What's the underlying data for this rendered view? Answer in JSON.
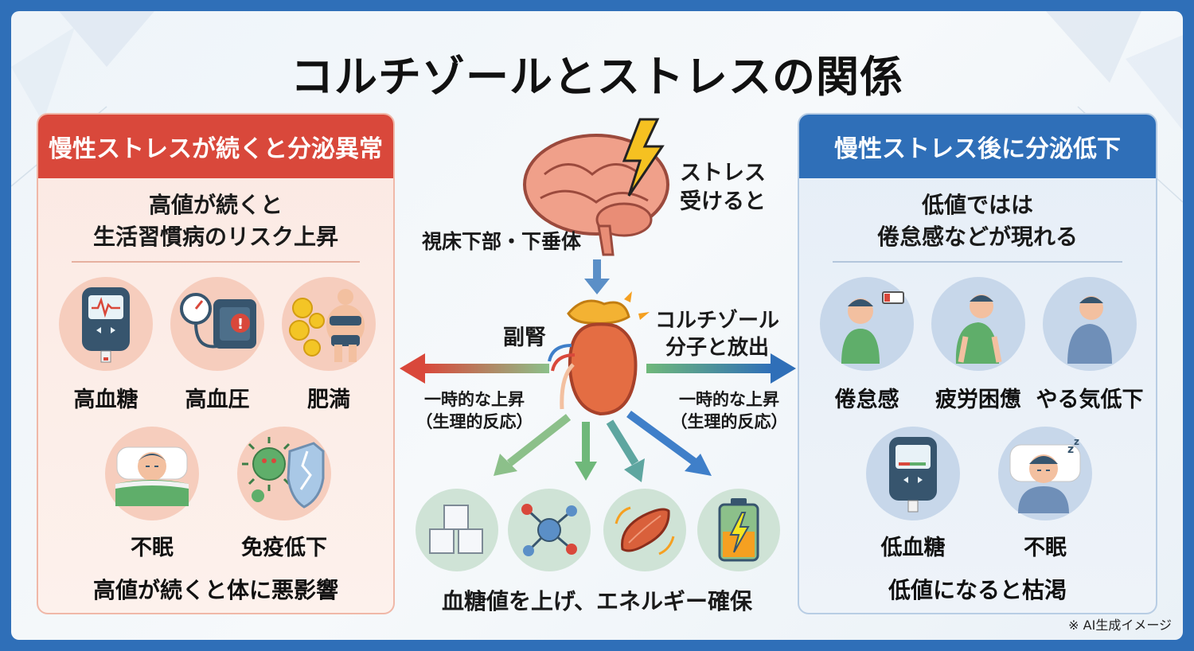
{
  "title": "コルチゾールとストレスの関係",
  "left_panel": {
    "header": "慢性ストレスが続くと分泌異常",
    "subtitle_line1": "高値が続くと",
    "subtitle_line2": "生活習慣病のリスク上昇",
    "items": [
      {
        "label": "高血糖",
        "icon": "glucose-meter-icon"
      },
      {
        "label": "高血圧",
        "icon": "blood-pressure-icon"
      },
      {
        "label": "肥満",
        "icon": "obesity-icon"
      },
      {
        "label": "不眠",
        "icon": "insomnia-icon"
      },
      {
        "label": "免疫低下",
        "icon": "immunity-icon"
      }
    ],
    "footer": "高値が続くと体に悪影響"
  },
  "right_panel": {
    "header": "慢性ストレス後に分泌低下",
    "subtitle_line1": "低値ではは",
    "subtitle_line2": "倦怠感などが現れる",
    "items": [
      {
        "label": "倦怠感",
        "icon": "fatigue-icon"
      },
      {
        "label": "疲労困憊",
        "icon": "exhaustion-icon"
      },
      {
        "label": "やる気低下",
        "icon": "low-motivation-icon"
      },
      {
        "label": "低血糖",
        "icon": "low-glucose-meter-icon"
      },
      {
        "label": "不眠",
        "icon": "insomnia-icon"
      }
    ],
    "footer": "低値になると枯渇"
  },
  "center": {
    "stress_line1": "ストレス",
    "stress_line2": "受けると",
    "hypothalamus": "視床下部・下垂体",
    "adrenal": "副腎",
    "cortisol_line1": "コルチゾール",
    "cortisol_line2": "分子と放出",
    "left_arrow_line1": "一時的な上昇",
    "left_arrow_line2": "（生理的反応）",
    "right_arrow_line1": "一時的な上昇",
    "right_arrow_line2": "（生理的反応）",
    "bottom_icons": [
      "sugar-cubes-icon",
      "molecule-icon",
      "muscle-icon",
      "battery-icon"
    ],
    "caption": "血糖値を上げ、エネルギー確保"
  },
  "note": "※ AI生成イメージ",
  "colors": {
    "red": "#d9483b",
    "blue": "#2f6fb8",
    "green_arrow": "#5fae6a"
  }
}
